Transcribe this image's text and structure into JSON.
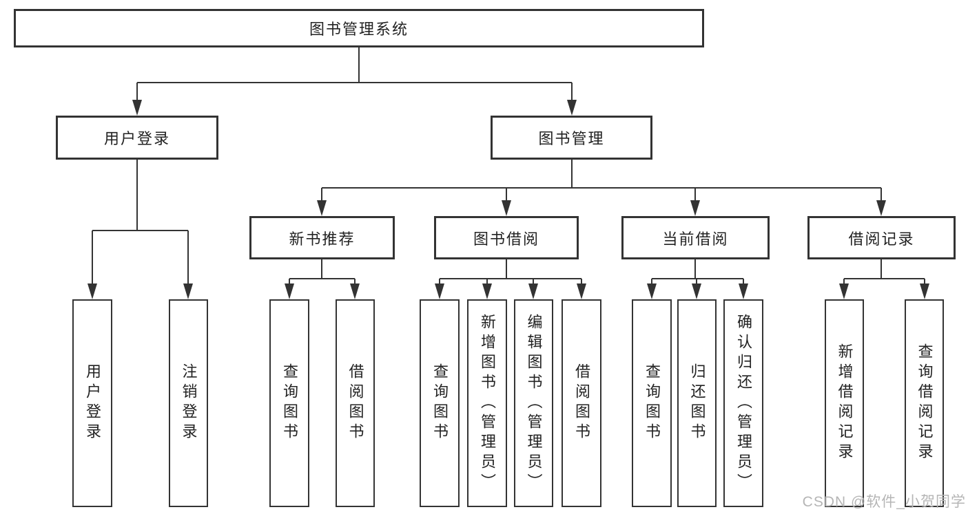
{
  "nodes": {
    "root": "图书管理系统",
    "user_login": "用户登录",
    "book_management": "图书管理",
    "new_book_recommend": "新书推荐",
    "book_borrow": "图书借阅",
    "current_borrow": "当前借阅",
    "borrow_records": "借阅记录",
    "login": "用户登录",
    "logout": "注销登录",
    "nb_query_books": "查询图书",
    "nb_borrow_books": "借阅图书",
    "bb_query_books": "查询图书",
    "bb_add_books": "新增图书（管理员）",
    "bb_edit_books": "编辑图书（管理员）",
    "bb_borrow_books": "借阅图书",
    "cb_query_books": "查询图书",
    "cb_return_books": "归还图书",
    "cb_confirm_return": "确认归还（管理员）",
    "br_add_record": "新增借阅记录",
    "br_query_record": "查询借阅记录"
  },
  "watermark": "CSDN @软件_小贺同学",
  "colors": {
    "line": "#333333",
    "border": "#333333",
    "text": "#222222",
    "watermark": "#b5b5b5"
  }
}
